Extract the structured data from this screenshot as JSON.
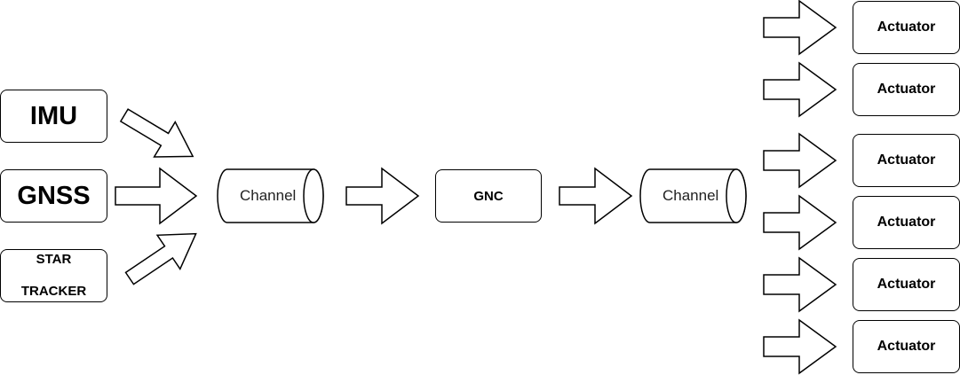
{
  "sensors": {
    "imu": "IMU",
    "gnss": "GNSS",
    "star_tracker_line1": "STAR",
    "star_tracker_line2": "TRACKER"
  },
  "channels": {
    "input": "Channel",
    "output": "Channel"
  },
  "gnc": "GNC",
  "actuators": [
    "Actuator",
    "Actuator",
    "Actuator",
    "Actuator",
    "Actuator",
    "Actuator"
  ]
}
